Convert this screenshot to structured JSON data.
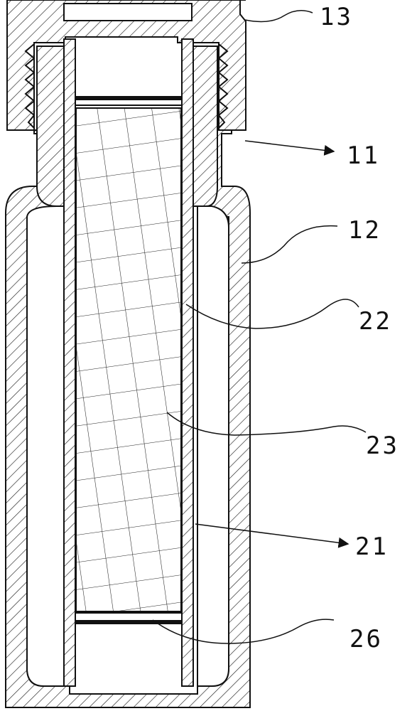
{
  "figure": {
    "colors": {
      "line": "#111111",
      "background": "#ffffff",
      "hatch": "#222222"
    },
    "callouts": [
      {
        "id": "13",
        "text": "13",
        "part": "cap"
      },
      {
        "id": "11",
        "text": "11",
        "part": "vial-mouth"
      },
      {
        "id": "12",
        "text": "12",
        "part": "vial-body"
      },
      {
        "id": "22",
        "text": "22",
        "part": "inner-tube"
      },
      {
        "id": "23",
        "text": "23",
        "part": "filter-media"
      },
      {
        "id": "21",
        "text": "21",
        "part": "cartridge"
      },
      {
        "id": "26",
        "text": "26",
        "part": "bottom-frit"
      }
    ]
  }
}
